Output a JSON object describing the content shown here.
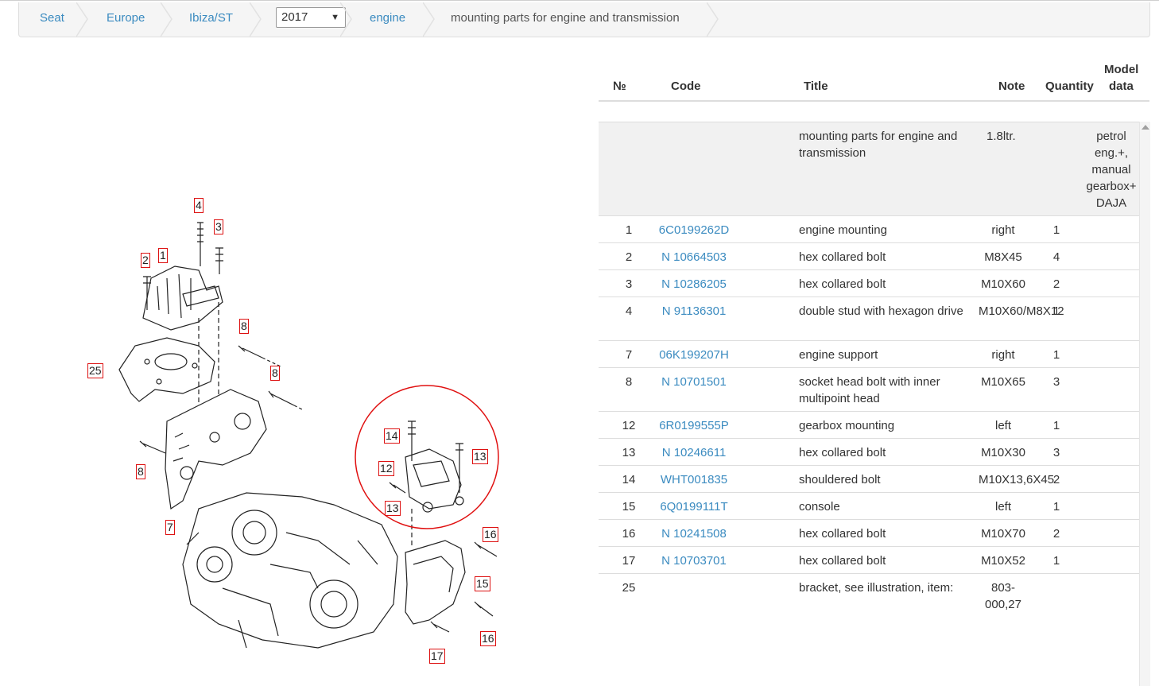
{
  "breadcrumb": {
    "items": [
      "Seat",
      "Europe",
      "Ibiza/ST"
    ],
    "year": "2017",
    "year_arrow": "▼",
    "section": "engine",
    "current": "mounting parts for engine and transmission"
  },
  "table": {
    "headers": {
      "no": "№",
      "code": "Code",
      "title": "Title",
      "note": "Note",
      "quantity": "Quantity",
      "model_line1": "Model",
      "model_line2": "data"
    },
    "group_row": {
      "title": "mounting parts for engine and transmission",
      "note": "1.8ltr.",
      "model": "petrol eng.+, manual gearbox+ DAJA"
    },
    "rows": [
      {
        "no": "1",
        "code": "6C0199262D",
        "title": "engine mounting",
        "note": "right",
        "qty": "1"
      },
      {
        "no": "2",
        "code": "N 10664503",
        "title": "hex collared bolt",
        "note": "M8X45",
        "qty": "4"
      },
      {
        "no": "3",
        "code": "N 10286205",
        "title": "hex collared bolt",
        "note": "M10X60",
        "qty": "2"
      },
      {
        "no": "4",
        "code": "N 91136301",
        "title": "double stud with hexagon drive",
        "note": "M10X60/M8X12",
        "qty": "1"
      },
      {
        "no": "7",
        "code": "06K199207H",
        "title": "engine support",
        "note": "right",
        "qty": "1"
      },
      {
        "no": "8",
        "code": "N 10701501",
        "title": "socket head bolt with inner multipoint head",
        "note": "M10X65",
        "qty": "3"
      },
      {
        "no": "12",
        "code": "6R0199555P",
        "title": "gearbox mounting",
        "note": "left",
        "qty": "1"
      },
      {
        "no": "13",
        "code": "N 10246611",
        "title": "hex collared bolt",
        "note": "M10X30",
        "qty": "3"
      },
      {
        "no": "14",
        "code": "WHT001835",
        "title": "shouldered bolt",
        "note": "M10X13,6X45",
        "qty": "2"
      },
      {
        "no": "15",
        "code": "6Q0199111T",
        "title": "console",
        "note": "left",
        "qty": "1"
      },
      {
        "no": "16",
        "code": "N 10241508",
        "title": "hex collared bolt",
        "note": "M10X70",
        "qty": "2"
      },
      {
        "no": "17",
        "code": "N 10703701",
        "title": "hex collared bolt",
        "note": "M10X52",
        "qty": "1"
      },
      {
        "no": "25",
        "code": "",
        "title": "bracket, see illustration, item:",
        "note": "803-000,27",
        "qty": ""
      }
    ]
  },
  "diagram": {
    "callouts": [
      "4",
      "3",
      "2",
      "1",
      "8",
      "8",
      "25",
      "8",
      "7",
      "14",
      "13",
      "12",
      "13",
      "16",
      "15",
      "16",
      "17"
    ]
  },
  "colors": {
    "link": "#3b8bc0",
    "callout_border": "#dd1111",
    "highlight_circle": "#e01010"
  }
}
